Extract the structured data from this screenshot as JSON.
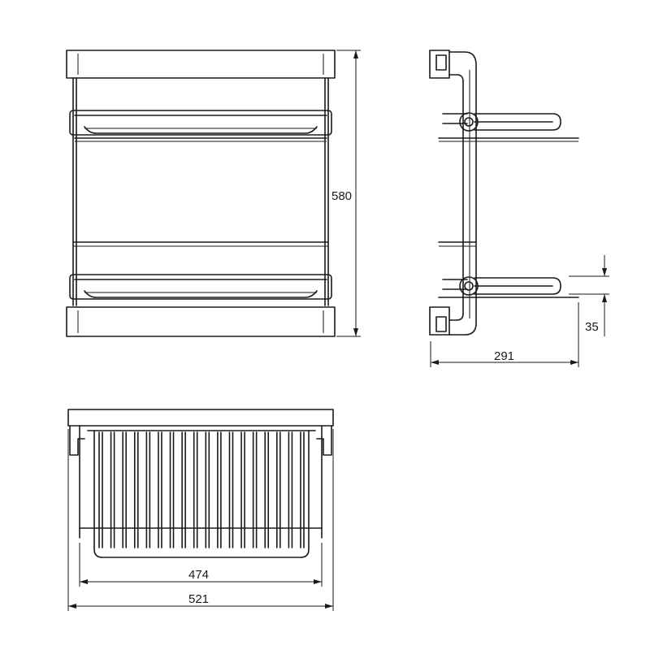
{
  "dimensions": {
    "height": "580",
    "depth": "291",
    "gap": "35",
    "inner_width": "474",
    "outer_width": "521"
  }
}
